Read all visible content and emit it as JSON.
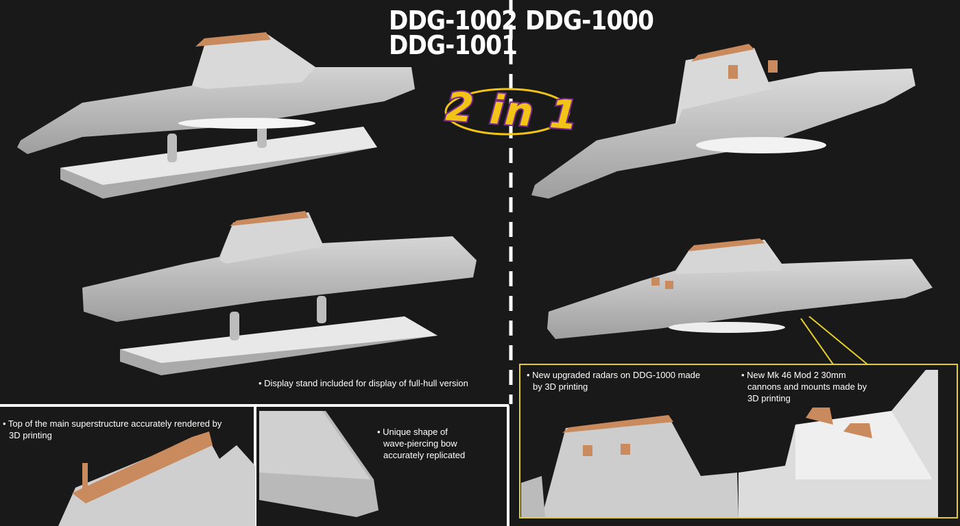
{
  "headings": {
    "left_line1": "DDG-1002",
    "left_line2": "DDG-1001",
    "right": "DDG-1000"
  },
  "badge": "2 in 1",
  "notes": {
    "stand": "• Display stand included for display of full-hull version",
    "superstructure": "• Top of the main superstructure accurately rendered by",
    "superstructure_2": "3D printing",
    "bow": "• Unique shape of",
    "bow_2": "wave-piercing bow",
    "bow_3": "accurately replicated",
    "radars": "• New upgraded radars on DDG-1000 made",
    "radars_2": "by 3D printing",
    "cannons": "• New Mk 46 Mod 2 30mm",
    "cannons_2": "cannons and mounts made by",
    "cannons_3": "3D printing"
  },
  "colors": {
    "background": "#1a191a",
    "hull": "#c9c9c9",
    "printed_part": "#c98a5e",
    "callout": "#e3cf2a",
    "badge_fill": "#f2c417",
    "badge_outline": "#7a2a8c"
  }
}
